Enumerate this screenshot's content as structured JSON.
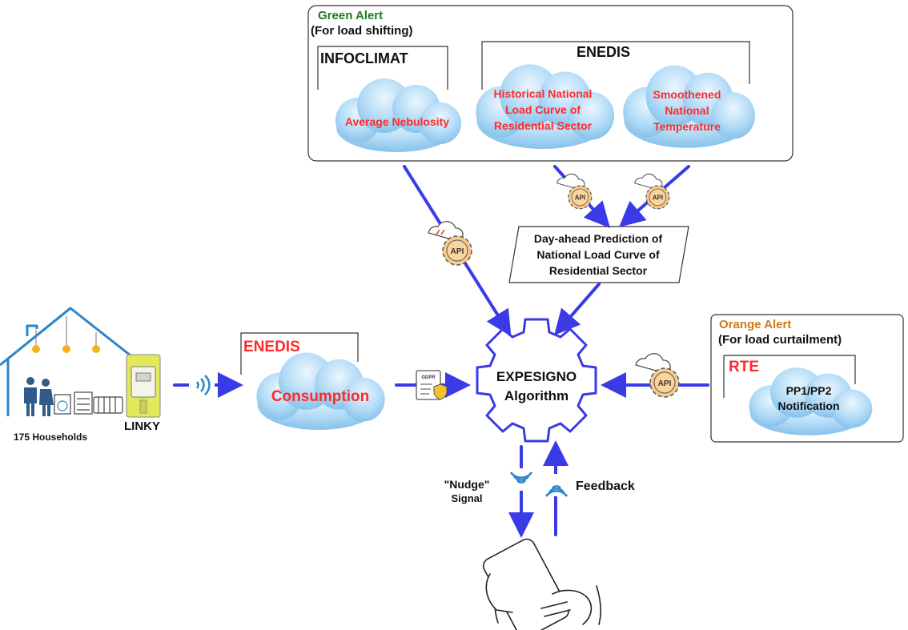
{
  "green_panel": {
    "title": "Green Alert",
    "subtitle": "(For load shifting)",
    "infoclimat_label": "INFOCLIMAT",
    "enedis_label": "ENEDIS",
    "cloud_nebulosity": "Average Nebulosity",
    "cloud_loadcurve": [
      "Historical National",
      "Load Curve of",
      "Residential Sector"
    ],
    "cloud_temperature": [
      "Smoothened",
      "National",
      "Temperature"
    ]
  },
  "prediction_box": [
    "Day-ahead Prediction of",
    "National Load Curve of",
    "Residential Sector"
  ],
  "orange_panel": {
    "title": "Orange Alert",
    "subtitle": "(For load curtailment)",
    "rte_label": "RTE",
    "cloud_notification": [
      "PP1/PP2",
      "Notification"
    ]
  },
  "enedis_consumption": {
    "label": "ENEDIS",
    "cloud": "Consumption"
  },
  "algorithm": [
    "EXPESIGNO",
    "Algorithm"
  ],
  "household": {
    "caption": "175 Households",
    "meter_label": "LINKY"
  },
  "signals": {
    "nudge_title": "\"Nudge\"",
    "nudge_sub": "Signal",
    "feedback": "Feedback"
  },
  "icons": {
    "api": "API",
    "gdpr": "GDPR"
  },
  "colors": {
    "arrow": "#3a3ae6",
    "cloud": "#9fd0f4",
    "red_text": "#ff2a2a",
    "green_text": "#1e7b1e",
    "orange_text": "#d07a10"
  }
}
